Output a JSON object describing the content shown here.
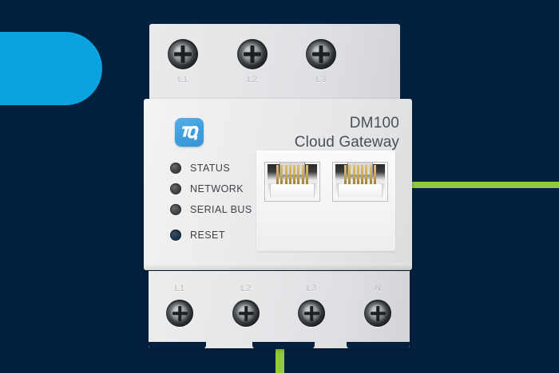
{
  "scene": {
    "background_color": "#04203f",
    "accent_blue": "#0aa3e0",
    "accent_green": "#93c73d",
    "subject": "TQ DM100 Cloud Gateway DIN-rail energy meter gateway"
  },
  "decor": {
    "pill_shape_name": "blue-rounded-pill",
    "green_horizontal_bar_name": "green-horizontal-bar",
    "green_vertical_bar_name": "green-vertical-bar"
  },
  "device": {
    "brand_logo_text": "TQ",
    "model": "DM100",
    "subtitle": "Cloud Gateway",
    "leds": [
      {
        "label": "STATUS",
        "color": "#46494d"
      },
      {
        "label": "NETWORK",
        "color": "#46494d"
      },
      {
        "label": "SERIAL BUS",
        "color": "#46494d"
      },
      {
        "label": "RESET",
        "color": "#243a52"
      }
    ],
    "top_terminals": [
      {
        "label": "L1"
      },
      {
        "label": "L2"
      },
      {
        "label": "L3"
      }
    ],
    "bottom_terminals": [
      {
        "label": "L1"
      },
      {
        "label": "L2"
      },
      {
        "label": "L3"
      },
      {
        "label": "N"
      }
    ],
    "ports": [
      {
        "name": "ethernet-port-1",
        "type": "RJ45"
      },
      {
        "name": "ethernet-port-2",
        "type": "RJ45"
      }
    ]
  }
}
